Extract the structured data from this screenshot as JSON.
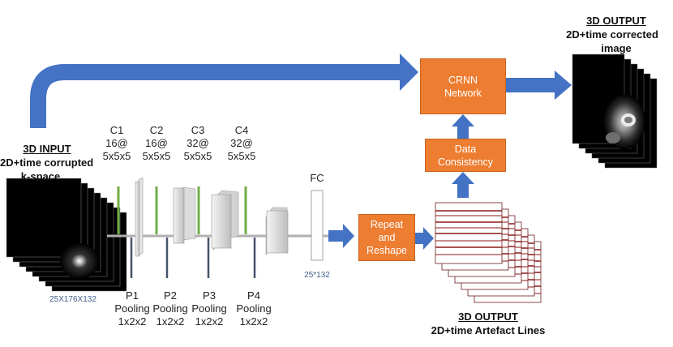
{
  "input": {
    "heading": "3D INPUT",
    "line1": "2D+time corrupted",
    "line2": "k-space",
    "dims": "25X176X132"
  },
  "conv_layers": [
    {
      "name": "C1",
      "filters": "16@",
      "kernel": "5x5x5"
    },
    {
      "name": "C2",
      "filters": "16@",
      "kernel": "5x5x5"
    },
    {
      "name": "C3",
      "filters": "32@",
      "kernel": "5x5x5"
    },
    {
      "name": "C4",
      "filters": "32@",
      "kernel": "5x5x5"
    }
  ],
  "pool_layers": [
    {
      "name": "P1",
      "type": "Pooling",
      "size": "1x2x2"
    },
    {
      "name": "P2",
      "type": "Pooling",
      "size": "1x2x2"
    },
    {
      "name": "P3",
      "type": "Pooling",
      "size": "1x2x2"
    },
    {
      "name": "P4",
      "type": "Pooling",
      "size": "1x2x2"
    }
  ],
  "fc": {
    "label": "FC",
    "dims": "25*132"
  },
  "boxes": {
    "repeat": "Repeat\nand\nReshape",
    "consistency": "Data\nConsistency",
    "crnn": "CRNN\nNetwork"
  },
  "artefact_output": {
    "heading": "3D OUTPUT",
    "subtitle": "2D+time Artefact Lines"
  },
  "final_output": {
    "heading": "3D OUTPUT",
    "line1": "2D+time corrected",
    "line2": "image"
  },
  "colors": {
    "arrow": "#4472c4",
    "box": "#ed7d31",
    "conv_bar": "#70ad47",
    "pool_bar": "#44546a",
    "line_stripe": "#8b1a1a"
  }
}
